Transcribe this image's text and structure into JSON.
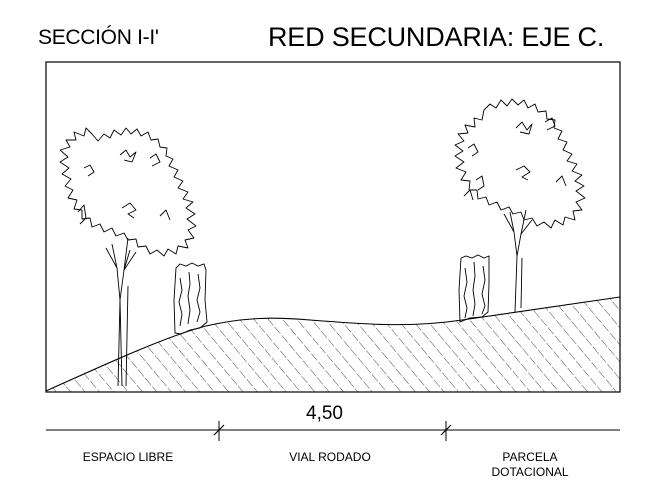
{
  "header": {
    "section": "SECCIÓN I-I'",
    "title": "RED SECUNDARIA:  EJE C."
  },
  "dimension": {
    "value": "4,50"
  },
  "zones": [
    {
      "lines": [
        "ESPACIO LIBRE"
      ]
    },
    {
      "lines": [
        "VIAL RODADO"
      ]
    },
    {
      "lines": [
        "PARCELA",
        "DOTACIONAL"
      ]
    }
  ],
  "colors": {
    "ink": "#000000",
    "paper": "#ffffff"
  }
}
